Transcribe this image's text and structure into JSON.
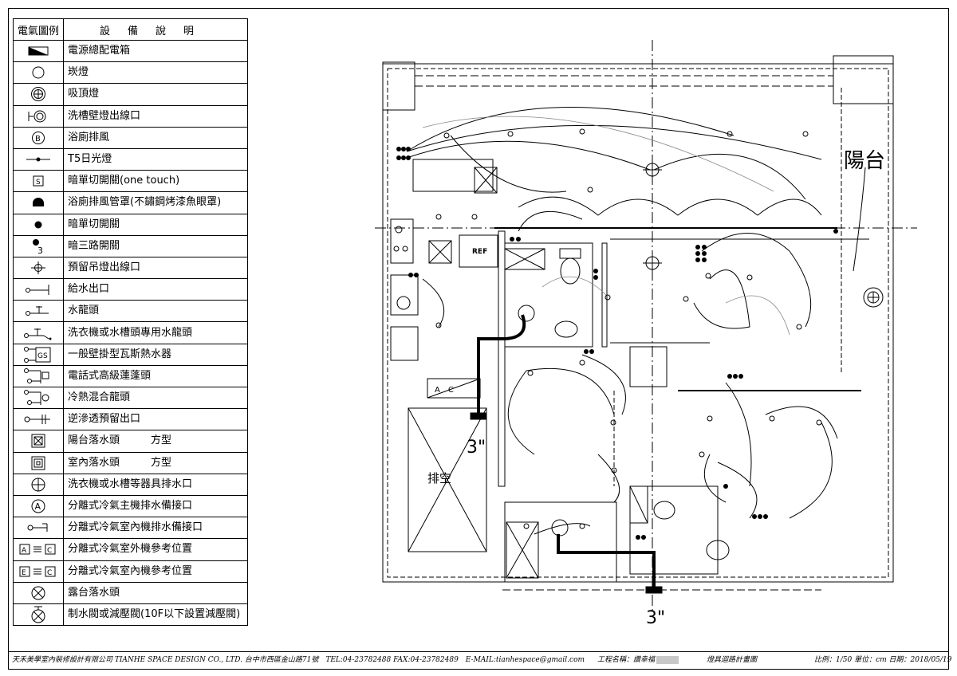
{
  "legend": {
    "header_symbol": "電氣圖例",
    "header_desc": "設備說明",
    "items": [
      {
        "icon": "main-panel-icon",
        "label": "電源總配電箱"
      },
      {
        "icon": "downlight-icon",
        "label": "崁燈"
      },
      {
        "icon": "ceiling-light-icon",
        "label": "吸頂燈"
      },
      {
        "icon": "wall-light-outlet-icon",
        "label": "洗槽壁燈出線口"
      },
      {
        "icon": "bath-fan-icon",
        "label": "浴廁排風"
      },
      {
        "icon": "t5-light-icon",
        "label": "T5日光燈"
      },
      {
        "icon": "one-touch-switch-icon",
        "label": "暗單切開關(one touch)"
      },
      {
        "icon": "exhaust-hood-icon",
        "label": "浴廁排風管罩(不鏽鋼烤漆魚眼罩)"
      },
      {
        "icon": "single-switch-icon",
        "label": "暗單切開關"
      },
      {
        "icon": "three-way-switch-icon",
        "label": "暗三路開關"
      },
      {
        "icon": "pendant-outlet-icon",
        "label": "預留吊燈出線口"
      },
      {
        "icon": "water-outlet-icon",
        "label": "給水出口"
      },
      {
        "icon": "faucet-icon",
        "label": "水龍頭"
      },
      {
        "icon": "washer-faucet-icon",
        "label": "洗衣機或水槽頭專用水龍頭"
      },
      {
        "icon": "gas-heater-icon",
        "label": "一般壁掛型瓦斯熱水器"
      },
      {
        "icon": "shower-head-icon",
        "label": "電話式高級蓮蓬頭"
      },
      {
        "icon": "mixer-tap-icon",
        "label": "冷熱混合龍頭"
      },
      {
        "icon": "ro-outlet-icon",
        "label": "逆滲透預留出口"
      },
      {
        "icon": "balcony-drain-icon",
        "label": "陽台落水頭　　　方型"
      },
      {
        "icon": "indoor-drain-icon",
        "label": "室內落水頭　　　方型"
      },
      {
        "icon": "washer-drain-icon",
        "label": "洗衣機或水槽等器具排水口"
      },
      {
        "icon": "ac-outdoor-drain-icon",
        "label": "分離式冷氣主機排水備接口"
      },
      {
        "icon": "ac-indoor-drain-icon",
        "label": "分離式冷氣室內機排水備接口"
      },
      {
        "icon": "ac-outdoor-position-icon",
        "label": "分離式冷氣室外機參考位置"
      },
      {
        "icon": "ac-indoor-position-icon",
        "label": "分離式冷氣室內機參考位置"
      },
      {
        "icon": "terrace-drain-icon",
        "label": "露台落水頭"
      },
      {
        "icon": "pressure-valve-icon",
        "label": "制水閥或減壓閥(10F以下設置減壓閥)"
      }
    ]
  },
  "plan": {
    "balcony_label": "陽台",
    "void_label": "排空",
    "fridge_label": "REF",
    "ac_label": "A　C",
    "riser_label_1": "3\"",
    "riser_label_2": "3\""
  },
  "footer": {
    "company": "天禾美學室內裝修設計有限公司 TIANHE SPACE DESIGN CO., LTD. 台中市西區金山路71號　TEL:04-23782488 FAX:04-23782489　E-MAIL:tianhespace@gmail.com",
    "project_prefix": "工程名稱：讚幸福",
    "drawing_title": "燈具迴路計畫圖",
    "scale_info": "比例：1/50 單位：cm 日期：2018/05/19"
  }
}
